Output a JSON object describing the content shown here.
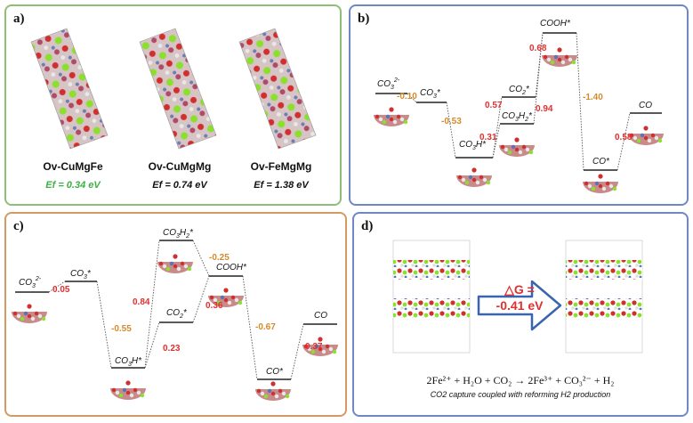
{
  "colors": {
    "panel_a_border": "#8fbf77",
    "panel_b_border": "#6f88c4",
    "panel_c_border": "#d49a63",
    "panel_d_border": "#6f88c4",
    "positive_energy": "#e03030",
    "negative_energy": "#d88a2a",
    "highlight_green": "#3cb043",
    "arrow_blue": "#3a64b0"
  },
  "panel_a": {
    "tag": "a)",
    "structures": [
      {
        "name": "Ov-CuMgFe",
        "ef": "Ef = 0.34 eV"
      },
      {
        "name": "Ov-CuMgMg",
        "ef": "Ef = 0.74 eV"
      },
      {
        "name": "Ov-FeMgMg",
        "ef": "Ef = 1.38 eV"
      }
    ]
  },
  "panel_b": {
    "tag": "b)",
    "states": [
      "CO3²⁻",
      "CO3*",
      "CO3H*",
      "CO2*",
      "CO3H2*",
      "COOH*",
      "CO*",
      "CO"
    ],
    "energies": [
      "-0.10",
      "-0.53",
      "0.57",
      "0.31",
      "0.94",
      "0.68",
      "-1.40",
      "0.58"
    ]
  },
  "panel_c": {
    "tag": "c)",
    "states": [
      "CO3²⁻",
      "CO3*",
      "CO3H*",
      "CO2*",
      "CO3H2*",
      "COOH*",
      "CO*",
      "CO"
    ],
    "energies": [
      "0.05",
      "-0.55",
      "0.84",
      "0.23",
      "-0.25",
      "0.36",
      "-0.67",
      "0.37"
    ]
  },
  "panel_d": {
    "tag": "d)",
    "delta_g_symbol": "△G =",
    "delta_g_value": "-0.41 eV",
    "equation": "2Fe²⁺ + H₂O + CO₂ → 2Fe³⁺ + CO₃²⁻ + H₂",
    "caption": "CO2 capture coupled with reforming H2 production"
  }
}
